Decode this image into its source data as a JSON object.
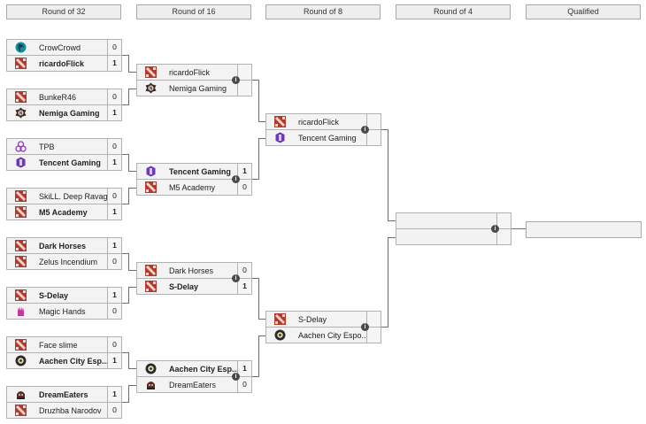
{
  "headers": [
    "Round of 32",
    "Round of 16",
    "Round of 8",
    "Round of 4",
    "Qualified"
  ],
  "colors": {
    "dota": "#b7392b",
    "tencent": "#6b3bb5",
    "tpb": "#8a3fb0",
    "crowcrowd": "#1a8aa0",
    "magic_hands": "#c0399c",
    "nemiga": "#3a2a22",
    "aachen": "#2a2a2a",
    "dreameaters": "#5a2d22"
  },
  "round32": [
    {
      "teams": [
        {
          "name": "CrowCrowd",
          "icon": "crowcrowd-logo",
          "score": "0",
          "win": false
        },
        {
          "name": "ricardoFlick",
          "icon": "dota-logo",
          "score": "1",
          "win": true
        }
      ]
    },
    {
      "teams": [
        {
          "name": "BunkeR46",
          "icon": "dota-logo",
          "score": "0",
          "win": false
        },
        {
          "name": "Nemiga Gaming",
          "icon": "nemiga-logo",
          "score": "1",
          "win": true
        }
      ]
    },
    {
      "teams": [
        {
          "name": "TPB",
          "icon": "tpb-logo",
          "score": "0",
          "win": false
        },
        {
          "name": "Tencent Gaming",
          "icon": "tencent-logo",
          "score": "1",
          "win": true
        }
      ]
    },
    {
      "teams": [
        {
          "name": "SkiLL. Deep Ravage",
          "icon": "dota-logo",
          "score": "0",
          "win": false
        },
        {
          "name": "M5 Academy",
          "icon": "dota-logo",
          "score": "1",
          "win": true
        }
      ]
    },
    {
      "teams": [
        {
          "name": "Dark Horses",
          "icon": "dota-logo",
          "score": "1",
          "win": true
        },
        {
          "name": "Zelus Incendium",
          "icon": "dota-logo",
          "score": "0",
          "win": false
        }
      ]
    },
    {
      "teams": [
        {
          "name": "S-Delay",
          "icon": "dota-logo",
          "score": "1",
          "win": true
        },
        {
          "name": "Magic Hands",
          "icon": "magic-hands-logo",
          "score": "0",
          "win": false
        }
      ]
    },
    {
      "teams": [
        {
          "name": "Face slime",
          "icon": "dota-logo",
          "score": "0",
          "win": false
        },
        {
          "name": "Aachen City Esp...",
          "icon": "aachen-logo",
          "score": "1",
          "win": true
        }
      ]
    },
    {
      "teams": [
        {
          "name": "DreamEaters",
          "icon": "dreameaters-logo",
          "score": "1",
          "win": true
        },
        {
          "name": "Druzhba Narodov",
          "icon": "dota-logo",
          "score": "0",
          "win": false
        }
      ]
    }
  ],
  "round16": [
    {
      "teams": [
        {
          "name": "ricardoFlick",
          "icon": "dota-logo",
          "score": "",
          "win": false
        },
        {
          "name": "Nemiga Gaming",
          "icon": "nemiga-logo",
          "score": "",
          "win": false
        }
      ]
    },
    {
      "teams": [
        {
          "name": "Tencent Gaming",
          "icon": "tencent-logo",
          "score": "1",
          "win": true
        },
        {
          "name": "M5 Academy",
          "icon": "dota-logo",
          "score": "0",
          "win": false
        }
      ]
    },
    {
      "teams": [
        {
          "name": "Dark Horses",
          "icon": "dota-logo",
          "score": "0",
          "win": false
        },
        {
          "name": "S-Delay",
          "icon": "dota-logo",
          "score": "1",
          "win": true
        }
      ]
    },
    {
      "teams": [
        {
          "name": "Aachen City Esp...",
          "icon": "aachen-logo",
          "score": "1",
          "win": true
        },
        {
          "name": "DreamEaters",
          "icon": "dreameaters-logo",
          "score": "0",
          "win": false
        }
      ]
    }
  ],
  "round8": [
    {
      "teams": [
        {
          "name": "ricardoFlick",
          "icon": "dota-logo",
          "score": "",
          "win": false
        },
        {
          "name": "Tencent Gaming",
          "icon": "tencent-logo",
          "score": "",
          "win": false
        }
      ]
    },
    {
      "teams": [
        {
          "name": "S-Delay",
          "icon": "dota-logo",
          "score": "",
          "win": false
        },
        {
          "name": "Aachen City Espo...",
          "icon": "aachen-logo",
          "score": "",
          "win": false
        }
      ]
    }
  ],
  "round4": [
    {
      "teams": [
        {
          "name": "",
          "icon": "",
          "score": "",
          "win": false
        },
        {
          "name": "",
          "icon": "",
          "score": "",
          "win": false
        }
      ]
    }
  ],
  "qualified": {
    "name": ""
  },
  "info_glyph": "i"
}
